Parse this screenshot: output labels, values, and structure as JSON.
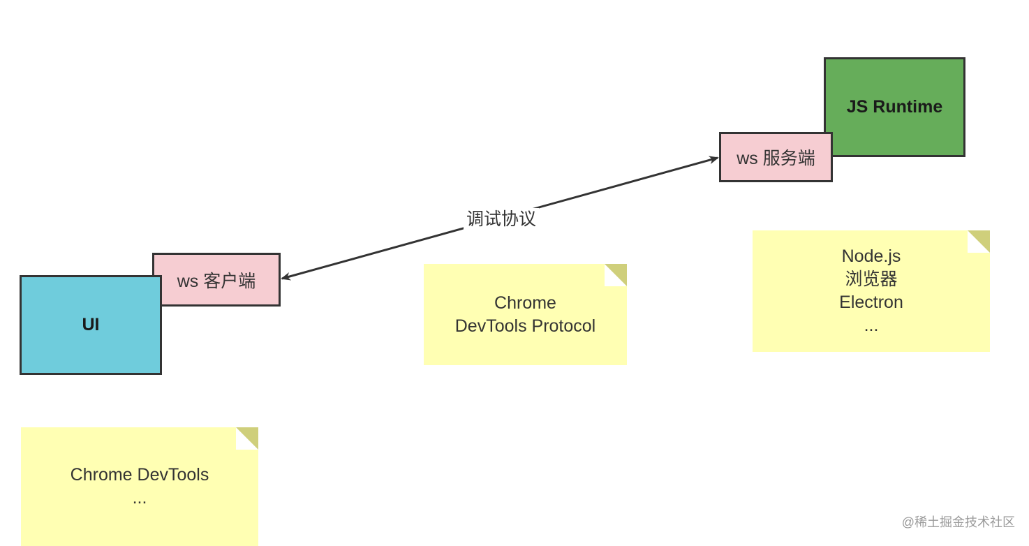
{
  "nodes": {
    "js_runtime": {
      "label": "JS Runtime",
      "color": "#66ad5a"
    },
    "ws_server": {
      "label": "ws 服务端",
      "color": "#f6cdd2"
    },
    "ws_client": {
      "label": "ws 客户端",
      "color": "#f6cdd2"
    },
    "ui": {
      "label": "UI",
      "color": "#6fccdc"
    }
  },
  "edges": [
    {
      "from": "ws_client",
      "to": "ws_server",
      "label": "调试协议",
      "style": "double-arrow"
    }
  ],
  "notes": {
    "protocol": {
      "lines": [
        "Chrome",
        "DevTools Protocol"
      ],
      "color": "#ffffb3"
    },
    "runtimes": {
      "lines": [
        "Node.js",
        "浏览器",
        "Electron",
        "..."
      ],
      "color": "#ffffb3"
    },
    "frontends": {
      "lines": [
        "Chrome DevTools",
        "..."
      ],
      "color": "#ffffb3"
    }
  },
  "note_fold_color": "#cfcf7b",
  "border_color": "#333333",
  "watermark": "@稀土掘金技术社区"
}
